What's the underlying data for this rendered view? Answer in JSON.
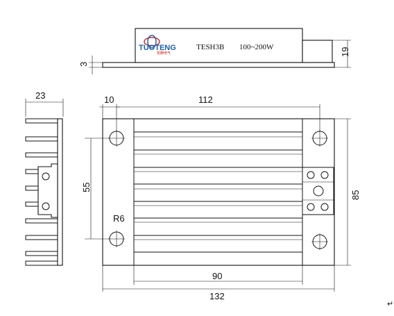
{
  "top_view": {
    "logo_text": "TUOTENG",
    "logo_subtext": "拓腾电气",
    "model": "TESH3B",
    "power": "100~200W",
    "dim_plate_thickness": "3",
    "dim_height": "19"
  },
  "side_view": {
    "dim_width": "23"
  },
  "front_view": {
    "dim_mount_offset": "10",
    "dim_mount_spacing": "112",
    "dim_hole_vertical": "55",
    "dim_radius": "R6",
    "dim_total_height": "85",
    "dim_fin_width": "90",
    "dim_total_width": "132"
  },
  "colors": {
    "line": "#111111",
    "logo_blue": "#1a5fb4",
    "logo_red": "#d12a2a"
  },
  "footer_mark": "↵"
}
